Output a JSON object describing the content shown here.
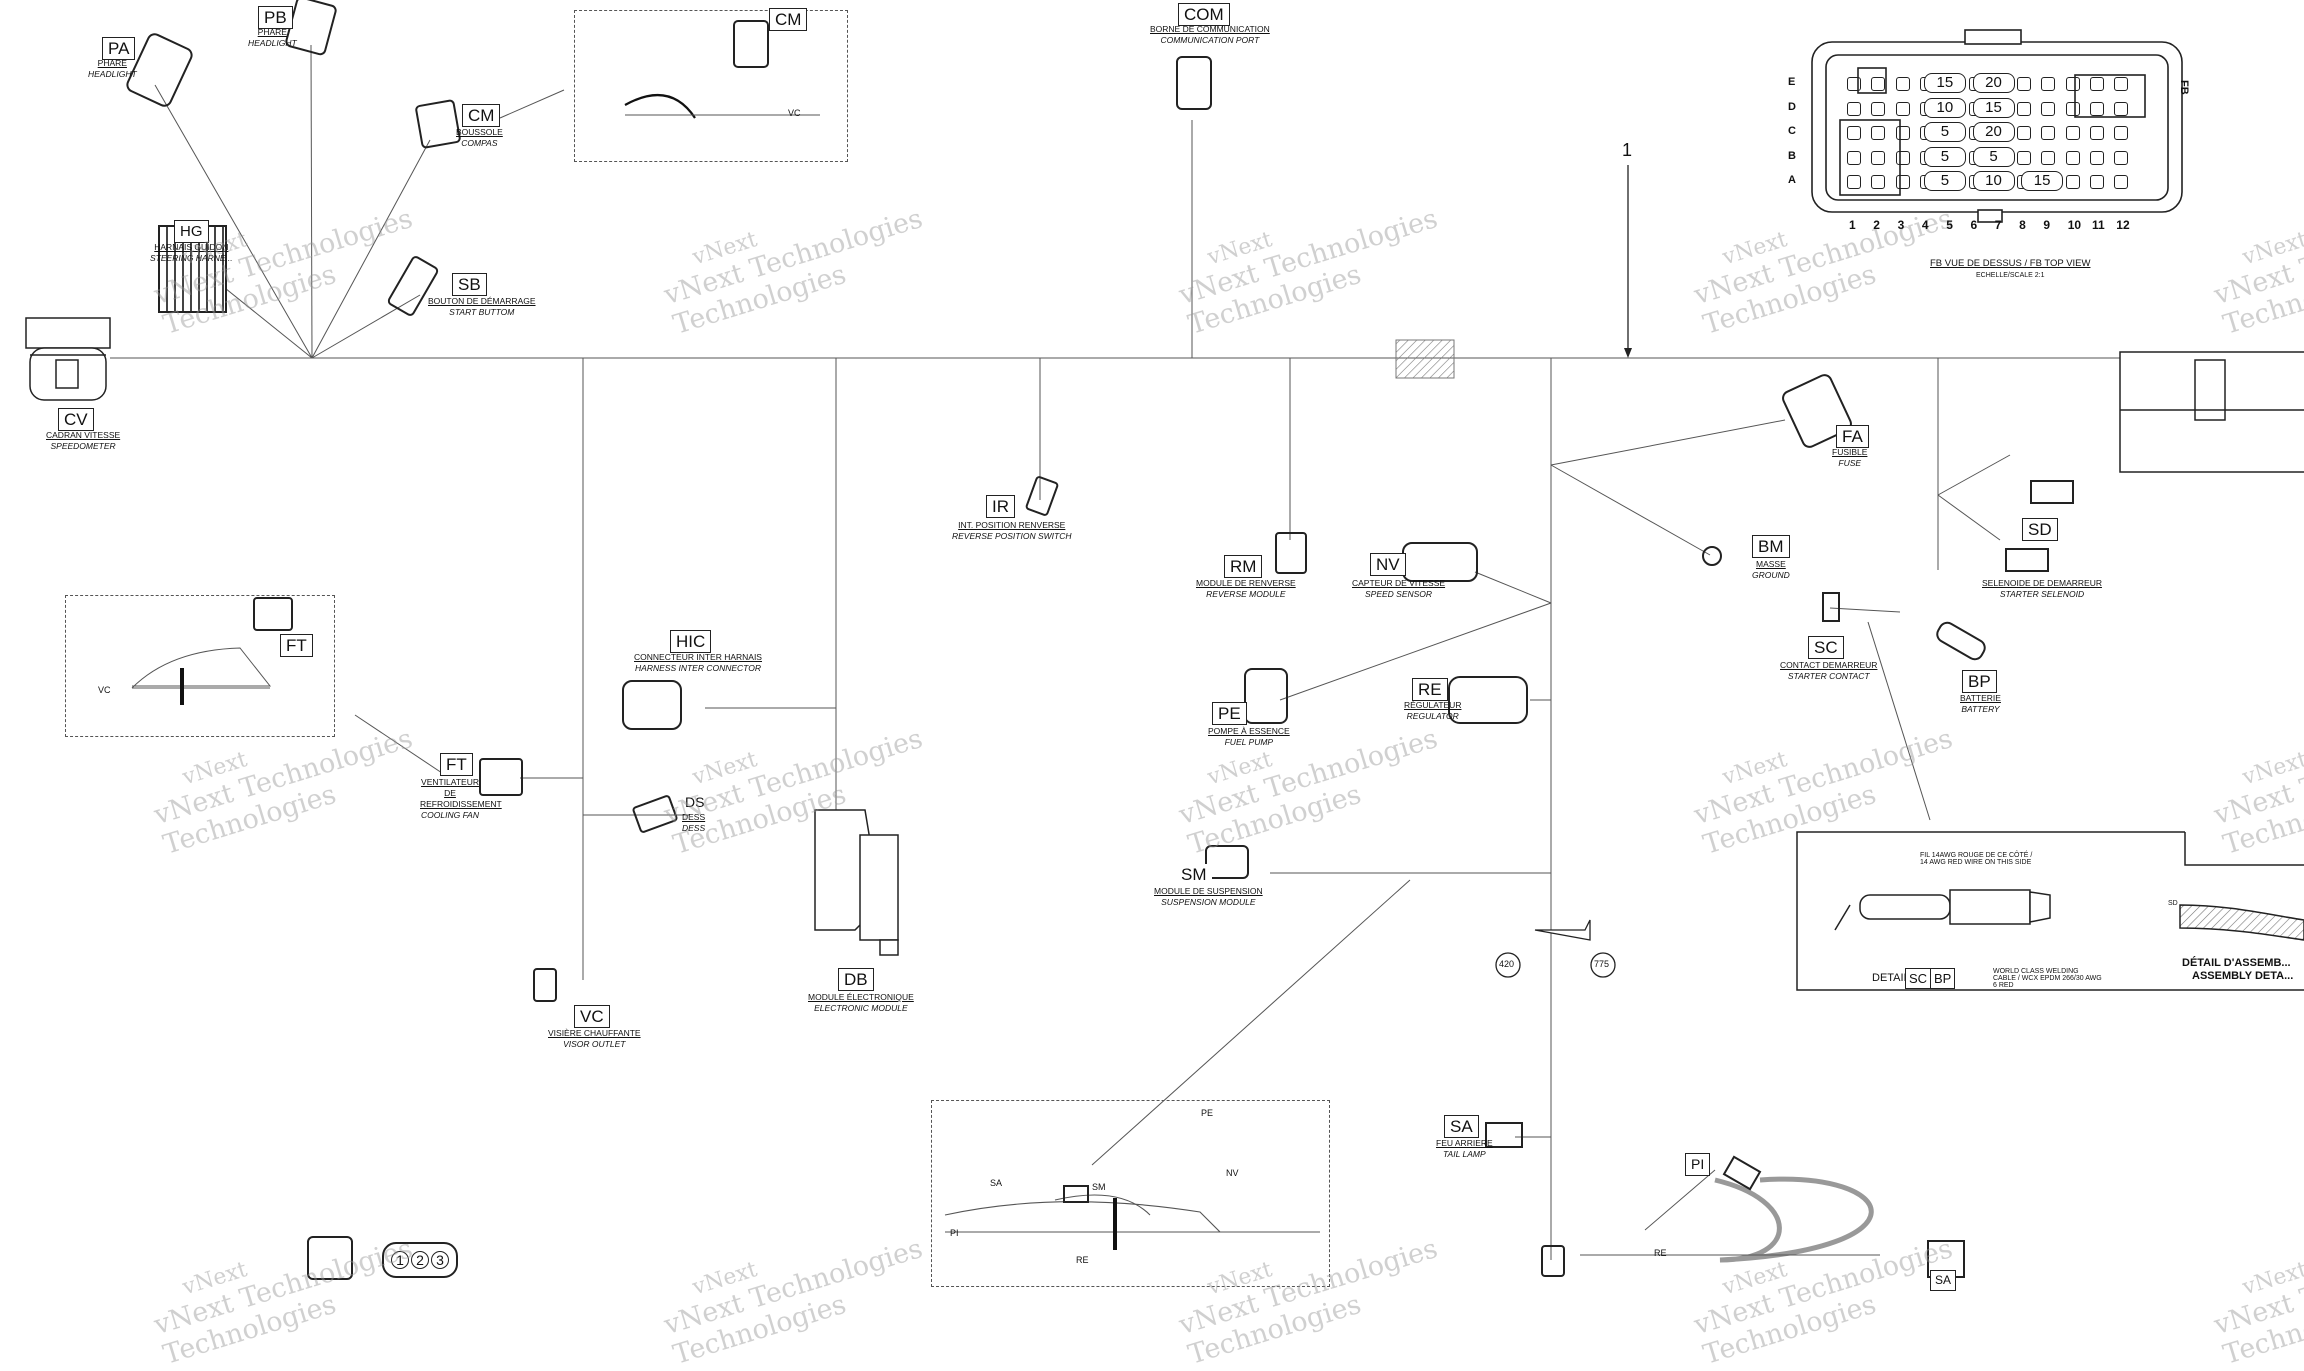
{
  "diagram": {
    "callout_number": "1",
    "connectors": {
      "PA": {
        "code": "PA",
        "fr": "PHARE",
        "en": "HEADLIGHT"
      },
      "PB": {
        "code": "PB",
        "fr": "PHARE",
        "en": "HEADLIGHT"
      },
      "CM": {
        "code": "CM",
        "fr": "BOUSSOLE",
        "en": "COMPAS"
      },
      "CM_box": {
        "code": "CM",
        "label": "VC"
      },
      "COM": {
        "code": "COM",
        "fr": "BORNE DE COMMUNICATION",
        "en": "COMMUNICATION PORT"
      },
      "HG": {
        "code": "HG",
        "fr": "HARNAIS GUIDON",
        "en": "STEERING HARNE..."
      },
      "SB": {
        "code": "SB",
        "fr": "BOUTON DE DÉMARRAGE",
        "en": "START BUTTOM"
      },
      "CV": {
        "code": "CV",
        "fr": "CADRAN VITESSE",
        "en": "SPEEDOMETER"
      },
      "IR": {
        "code": "IR",
        "fr": "INT. POSITION RENVERSE",
        "en": "REVERSE POSITION SWITCH"
      },
      "RM": {
        "code": "RM",
        "fr": "MODULE DE RENVERSE",
        "en": "REVERSE MODULE"
      },
      "NV": {
        "code": "NV",
        "fr": "CAPTEUR DE VITESSE",
        "en": "SPEED SENSOR"
      },
      "FA": {
        "code": "FA",
        "fr": "FUSIBLE",
        "en": "FUSE"
      },
      "BM": {
        "code": "BM",
        "fr": "MASSE",
        "en": "GROUND"
      },
      "SD": {
        "code": "SD",
        "fr": "SELENOIDE DE DEMARREUR",
        "en": "STARTER SELENOID"
      },
      "SC": {
        "code": "SC",
        "fr": "CONTACT DEMARREUR",
        "en": "STARTER CONTACT"
      },
      "BP": {
        "code": "BP",
        "fr": "BATTERIE",
        "en": "BATTERY"
      },
      "FT_box": {
        "code": "FT",
        "label": "VC"
      },
      "FT": {
        "code": "FT",
        "fr": "VENTILATEUR DE REFROIDISSEMENT",
        "en": "COOLING FAN"
      },
      "HIC": {
        "code": "HIC",
        "fr": "CONNECTEUR INTER HARNAIS",
        "en": "HARNESS INTER CONNECTOR"
      },
      "DS": {
        "code": "DS",
        "fr": "DESS",
        "en": "DESS"
      },
      "DB": {
        "code": "DB",
        "fr": "MODULE ÉLECTRONIQUE",
        "en": "ELECTRONIC MODULE"
      },
      "VC": {
        "code": "VC",
        "fr": "VISIÈRE CHAUFFANTE",
        "en": "VISOR OUTLET"
      },
      "PE": {
        "code": "PE",
        "fr": "POMPE À ESSENCE",
        "en": "FUEL PUMP"
      },
      "RE": {
        "code": "RE",
        "fr": "RÉGULATEUR",
        "en": "REGULATOR"
      },
      "SM": {
        "code": "SM",
        "fr": "MODULE DE SUSPENSION",
        "en": "SUSPENSION MODULE"
      },
      "SA": {
        "code": "SA",
        "fr": "FEU ARRIERE",
        "en": "TAIL LAMP"
      },
      "PI": {
        "code": "PI"
      },
      "SA2": {
        "code": "SA"
      }
    },
    "fusebox": {
      "caption": "FB VUE DE DESSUS / FB TOP VIEW",
      "scale": "ECHELLE/SCALE 2:1",
      "rows": [
        "E",
        "D",
        "C",
        "B",
        "A"
      ],
      "columns": [
        "1",
        "2",
        "3",
        "4",
        "5",
        "6",
        "7",
        "8",
        "9",
        "10",
        "11",
        "12"
      ],
      "fuses": [
        {
          "row": "E",
          "col": 4,
          "value": "15"
        },
        {
          "row": "E",
          "col": 6,
          "value": "20"
        },
        {
          "row": "D",
          "col": 4,
          "value": "10"
        },
        {
          "row": "D",
          "col": 6,
          "value": "15"
        },
        {
          "row": "C",
          "col": 4,
          "value": "5"
        },
        {
          "row": "C",
          "col": 6,
          "value": "20"
        },
        {
          "row": "B",
          "col": 4,
          "value": "5"
        },
        {
          "row": "B",
          "col": 6,
          "value": "5"
        },
        {
          "row": "A",
          "col": 4,
          "value": "5"
        },
        {
          "row": "A",
          "col": 6,
          "value": "10"
        },
        {
          "row": "A",
          "col": 8,
          "value": "15"
        }
      ],
      "side_labels": [
        "FB"
      ]
    },
    "refs": {
      "r420": "420",
      "r775": "775"
    },
    "detail": {
      "title_left": "DETAIL",
      "title_codes": [
        "SC",
        "BP"
      ],
      "note_top": "FIL 14AWG ROUGE DE CE CÔTÉ / 14 AWG RED WIRE ON THIS SIDE",
      "note_bottom": "WORLD CLASS WELDING CABLE / WCX EPDM 266/30 AWG 6 RED",
      "sd_label": "SD",
      "right_title": "DÉTAIL D'ASSEMB...",
      "right_sub": "ASSEMBLY DETA..."
    },
    "bottom_box_labels": {
      "pe": "PE",
      "sa": "SA",
      "sm": "SM",
      "nv": "NV",
      "pi": "PI",
      "re": "RE"
    },
    "pi_box_labels": {
      "re": "RE",
      "pi": "PI"
    },
    "watermark": {
      "line1": "vNext",
      "line2": "Technologies"
    },
    "bottom_connector_pins": [
      "1",
      "2",
      "3"
    ]
  }
}
